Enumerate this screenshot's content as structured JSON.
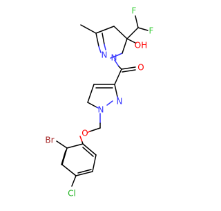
{
  "molecule": {
    "atom_labels": {
      "n_pyrazoline_top": "N",
      "n_pyrazoline_ring": "N",
      "oh": "OH",
      "f_top": "F",
      "f_right": "F",
      "o_carbonyl": "O",
      "n_pyrazole_ring": "N",
      "n_pyrazole_n1": "N",
      "o_ether": "O",
      "br": "Br",
      "cl": "Cl"
    },
    "colors": {
      "carbon_bond": "#000000",
      "nitrogen": "#3333ff",
      "oxygen": "#ff0000",
      "fluorine": "#33cc33",
      "bromine": "#a62929",
      "chlorine": "#1fb31f"
    }
  }
}
